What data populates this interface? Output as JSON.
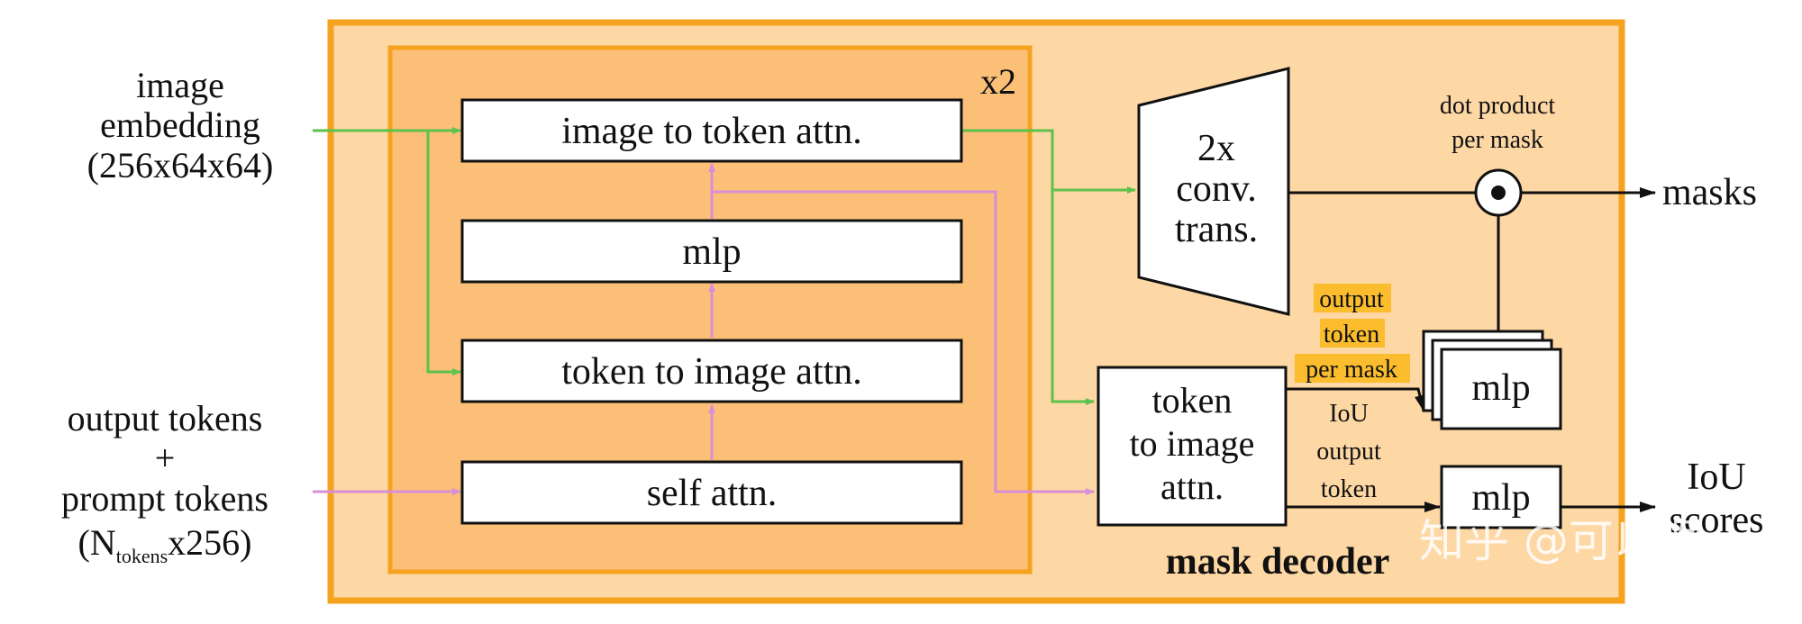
{
  "inputs": {
    "image_embedding": [
      "image",
      "embedding",
      "(256x64x64)"
    ],
    "output_tokens": [
      "output tokens",
      "+",
      "prompt tokens"
    ],
    "tokens_shape": {
      "open": "(N",
      "sub": "tokens",
      "close": "x256)"
    }
  },
  "decoder": {
    "title": "mask decoder",
    "repeat_label": "x2",
    "blocks": {
      "image_to_token": "image to token attn.",
      "mlp": "mlp",
      "token_to_image": "token to image attn.",
      "self_attn": "self attn."
    }
  },
  "conv_trans": [
    "2x",
    "conv.",
    "trans."
  ],
  "dot_product": [
    "dot product",
    "per mask"
  ],
  "final_token_to_image": [
    "token",
    "to image",
    "attn."
  ],
  "output_token_label": [
    "output",
    "token",
    "per mask"
  ],
  "iou_token_label": [
    "IoU",
    "output",
    "token"
  ],
  "mlp_mask": "mlp",
  "mlp_iou": "mlp",
  "outputs": {
    "masks": "masks",
    "iou_scores": [
      "IoU",
      "scores"
    ]
  },
  "watermark": "知乎 @可以啊",
  "colors": {
    "outer_fill": "#fdd7a4",
    "outer_border": "#f5a21e",
    "inner_fill": "#fbbf78",
    "green_arrow": "#5dc24c",
    "pink_arrow": "#d98fd8",
    "highlight": "#fbbd2e",
    "ink": "#111111"
  }
}
